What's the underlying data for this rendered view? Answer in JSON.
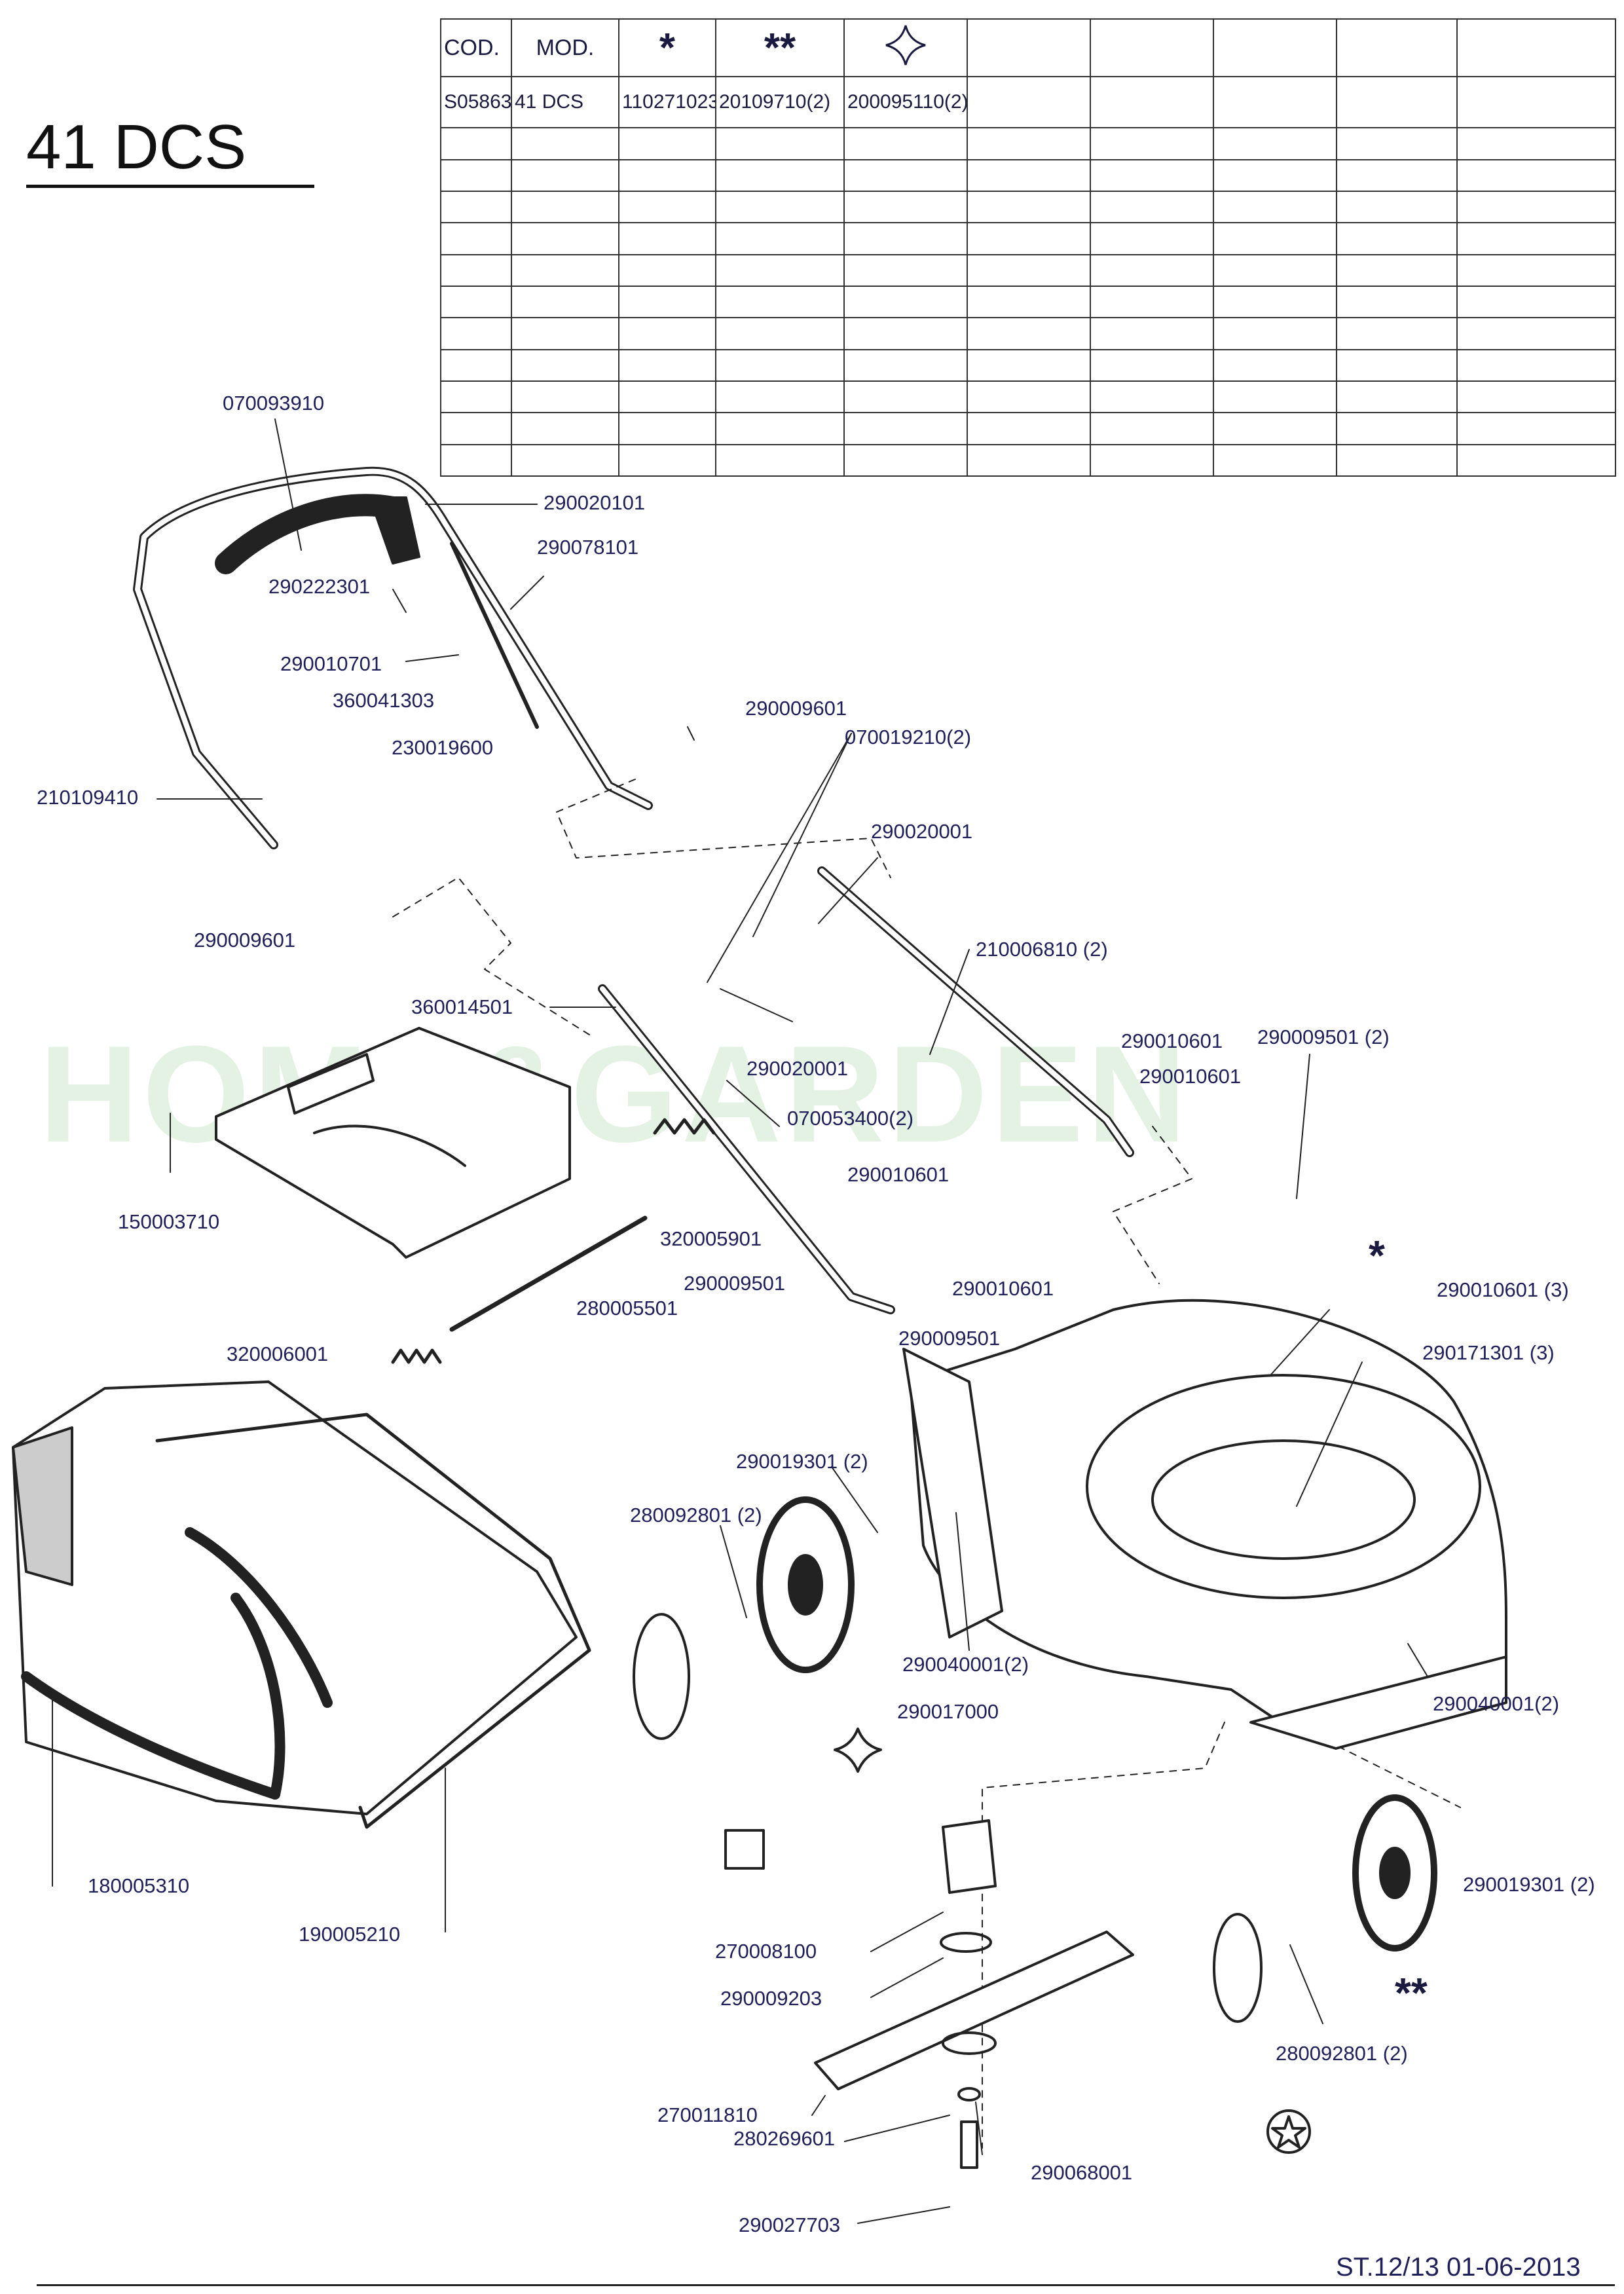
{
  "model_title": "41 DCS",
  "table": {
    "headers": [
      "COD.",
      "MOD.",
      "*",
      "**",
      "✧",
      "",
      "",
      "",
      "",
      ""
    ],
    "row": [
      "S05863",
      "41 DCS",
      "110271023",
      "20109710(2)",
      "200095110(2)",
      "",
      "",
      "",
      "",
      ""
    ],
    "empty_rows": 11
  },
  "watermark": "HOME&GARDEN",
  "labels": {
    "l070093910": "070093910",
    "l290020101": "290020101",
    "l290078101": "290078101",
    "l290222301": "290222301",
    "l290010701": "290010701",
    "l360041303": "360041303",
    "l230019600": "230019600",
    "l290009601a": "290009601",
    "l070019210": "070019210(2)",
    "l210109410": "210109410",
    "l290020001a": "290020001",
    "l290009601b": "290009601",
    "l210006810": "210006810 (2)",
    "l360014501": "360014501",
    "l290020001b": "290020001",
    "l290010601a": "290010601",
    "l290009501a": "290009501 (2)",
    "l290010601b": "290010601",
    "l070053400": "070053400(2)",
    "l150003710": "150003710",
    "l290010601c": "290010601",
    "l320005901": "320005901",
    "l290009501b": "290009501",
    "l290010601d": "290010601",
    "l280005501": "280005501",
    "l290010601e": "290010601 (3)",
    "l290009501c": "290009501",
    "l320006001": "320006001",
    "l290171301": "290171301 (3)",
    "l290019301a": "290019301 (2)",
    "l280092801a": "280092801 (2)",
    "l290040001a": "290040001(2)",
    "l290040001b": "290040001(2)",
    "l290017000": "290017000",
    "l180005310": "180005310",
    "l190005210": "190005210",
    "l290019301b": "290019301 (2)",
    "l270008100": "270008100",
    "l290009203": "290009203",
    "l280092801b": "280092801 (2)",
    "l270011810": "270011810",
    "l280269601": "280269601",
    "l290068001": "290068001",
    "l290027703": "290027703"
  },
  "markers": {
    "star1": "*",
    "star2": "**"
  },
  "footer": "ST.12/13  01-06-2013"
}
